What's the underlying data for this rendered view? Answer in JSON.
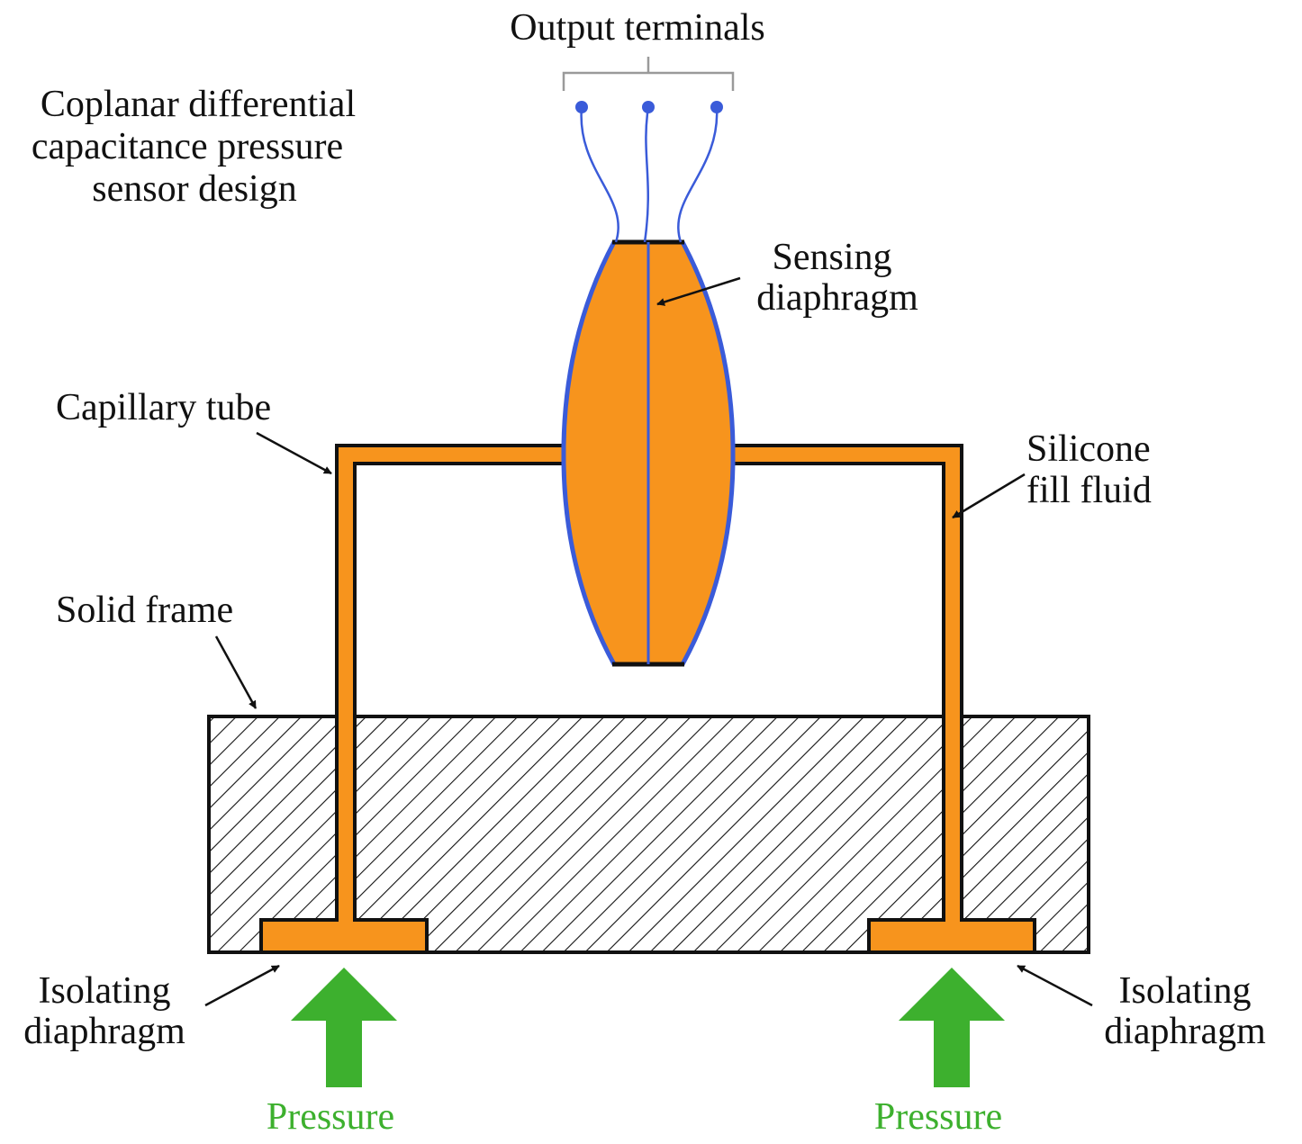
{
  "title_lines": [
    "Coplanar differential",
    "capacitance pressure",
    "sensor design"
  ],
  "labels": {
    "output_terminals": "Output terminals",
    "sensing_diaphragm": [
      "Sensing",
      "diaphragm"
    ],
    "capillary_tube": "Capillary tube",
    "silicone_fill_fluid": [
      "Silicone",
      "fill fluid"
    ],
    "solid_frame": "Solid frame",
    "isolating_diaphragm_left": [
      "Isolating",
      "diaphragm"
    ],
    "isolating_diaphragm_right": [
      "Isolating",
      "diaphragm"
    ],
    "pressure_left": "Pressure",
    "pressure_right": "Pressure"
  },
  "colors": {
    "fill_fluid": "#F7941D",
    "diaphragm_outline": "#3A5BD9",
    "terminal": "#3A5BD9",
    "pressure_arrow": "#3DB02E",
    "bracket": "#9A9A9A",
    "outline": "#111111"
  },
  "terminal_count": 3
}
